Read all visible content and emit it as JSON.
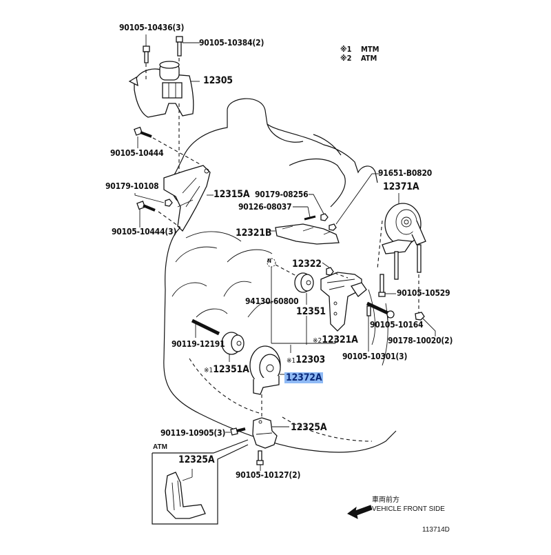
{
  "diagram": {
    "figure_id": "113714D",
    "legend": [
      {
        "mark": "※1",
        "value": "MTM"
      },
      {
        "mark": "※2",
        "value": "ATM"
      }
    ],
    "direction": {
      "jp": "車両前方",
      "en": "VEHICLE FRONT SIDE"
    },
    "inset_label": "ATM",
    "highlight_color": "#8fbaf5",
    "parts": {
      "p1": "90105-10436(3)",
      "p2": "90105-10384(2)",
      "p3": "12305",
      "p4": "90105-10444",
      "p5": "90179-10108",
      "p6": "12315A",
      "p7": "90105-10444(3)",
      "p8": "90179-08256",
      "p9": "90126-08037",
      "p10": "12321B",
      "p11": "91651-B0820",
      "p12": "12371A",
      "p13": "12322",
      "p14": "94130-60800",
      "p15": "12351",
      "p16": "90105-10529",
      "p17": "90105-10164",
      "p18": "90178-10020(2)",
      "p19": "12321A",
      "p20": "90119-12191",
      "p21": "12303",
      "p22": "90105-10301(3)",
      "p23": "12351A",
      "p24": "12372A",
      "p25": "90119-10905(3)",
      "p26": "12325A",
      "p27": "12325A",
      "p28": "90105-10127(2)"
    },
    "marks": {
      "m1": "※1",
      "m2": "※2",
      "n": "N"
    },
    "highlighted_part": "12372A"
  }
}
